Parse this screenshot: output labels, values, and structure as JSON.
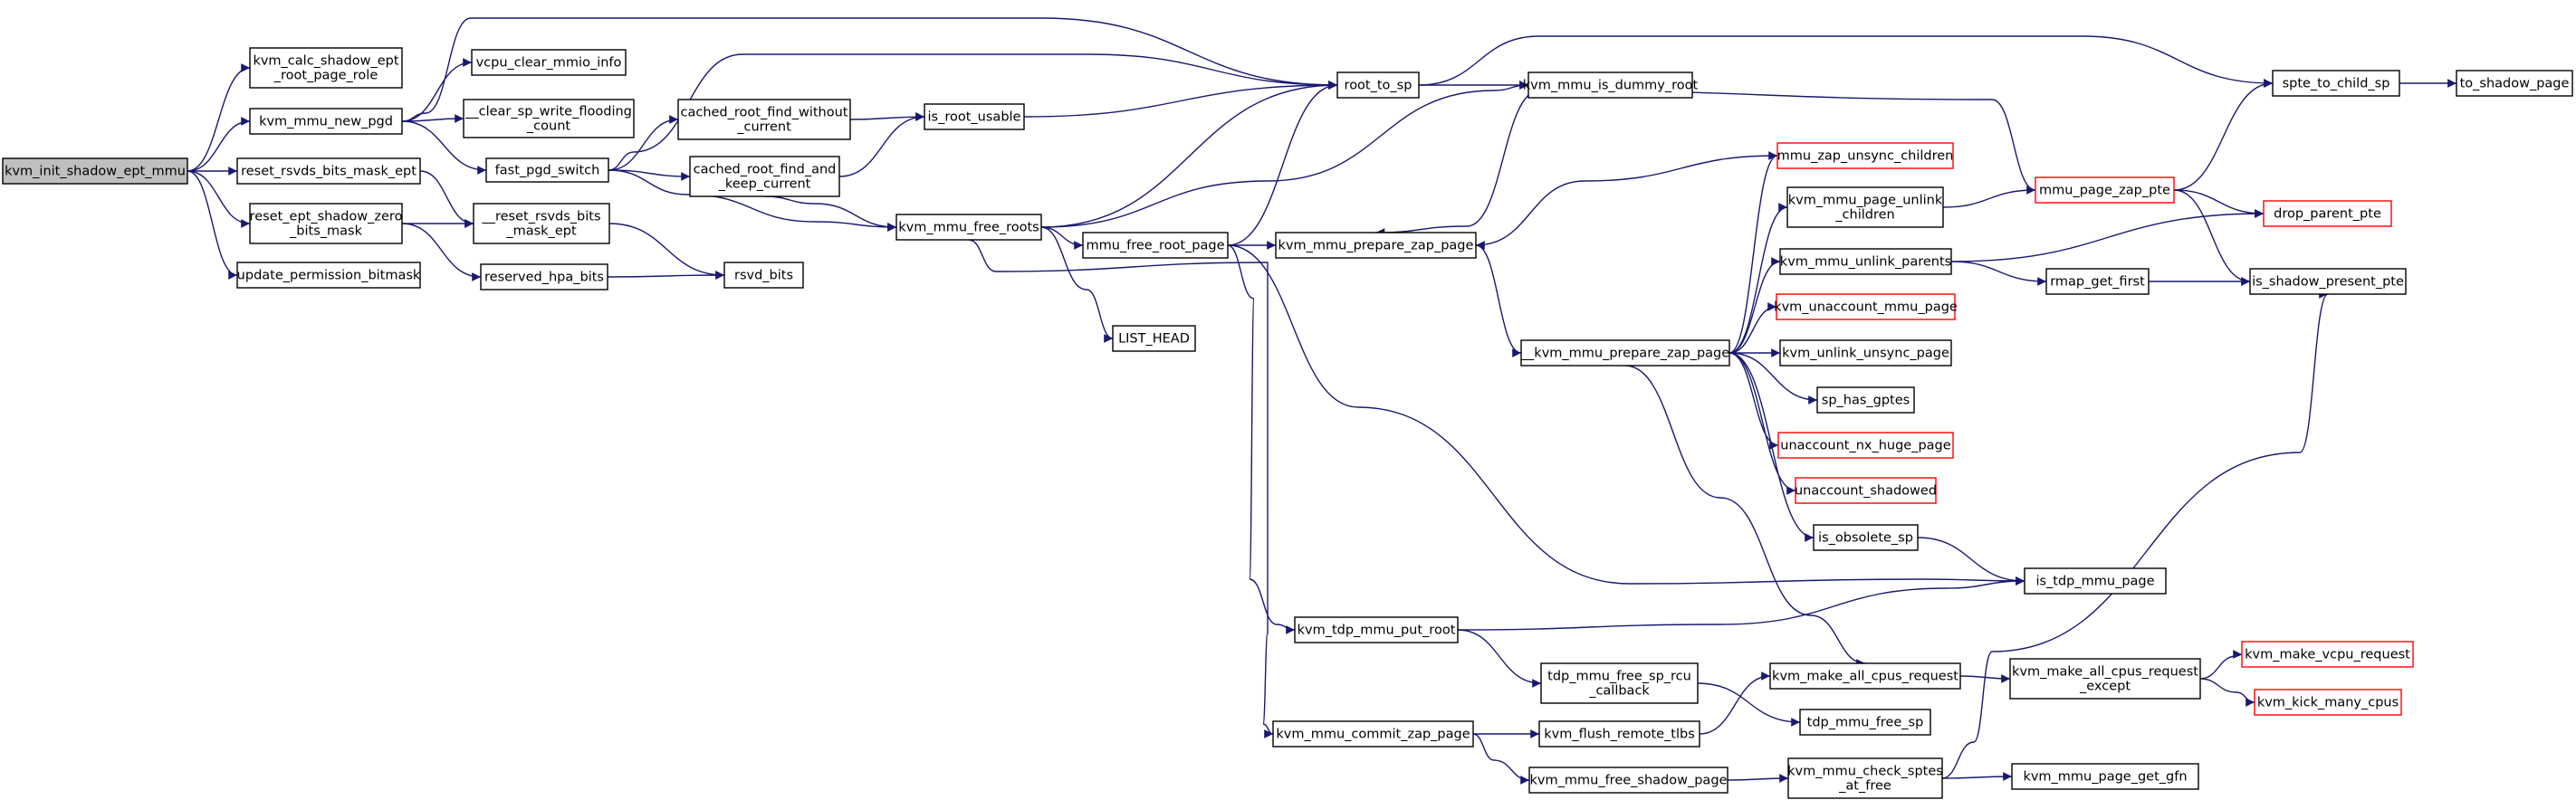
{
  "colors": {
    "edge": "#191970",
    "node_border": "#000000",
    "node_border_missing": "#ff0000",
    "root_fill": "#bfbfbf",
    "node_fill": "#ffffff"
  },
  "nodes": [
    {
      "id": "kvm_init_shadow_ept_mmu",
      "lines": [
        "kvm_init_shadow_ept_mmu"
      ],
      "style": "root"
    },
    {
      "id": "kvm_calc_shadow_ept_root_page_role",
      "lines": [
        "kvm_calc_shadow_ept",
        "_root_page_role"
      ],
      "style": "normal"
    },
    {
      "id": "kvm_mmu_new_pgd",
      "lines": [
        "kvm_mmu_new_pgd"
      ],
      "style": "normal"
    },
    {
      "id": "reset_rsvds_bits_mask_ept",
      "lines": [
        "reset_rsvds_bits_mask_ept"
      ],
      "style": "normal"
    },
    {
      "id": "reset_ept_shadow_zero_bits_mask",
      "lines": [
        "reset_ept_shadow_zero",
        "_bits_mask"
      ],
      "style": "normal"
    },
    {
      "id": "update_permission_bitmask",
      "lines": [
        "update_permission_bitmask"
      ],
      "style": "normal"
    },
    {
      "id": "vcpu_clear_mmio_info",
      "lines": [
        "vcpu_clear_mmio_info"
      ],
      "style": "normal"
    },
    {
      "id": "__clear_sp_write_flooding_count",
      "lines": [
        "__clear_sp_write_flooding",
        "_count"
      ],
      "style": "normal"
    },
    {
      "id": "fast_pgd_switch",
      "lines": [
        "fast_pgd_switch"
      ],
      "style": "normal"
    },
    {
      "id": "__reset_rsvds_bits_mask_ept",
      "lines": [
        "__reset_rsvds_bits",
        "_mask_ept"
      ],
      "style": "normal"
    },
    {
      "id": "reserved_hpa_bits",
      "lines": [
        "reserved_hpa_bits"
      ],
      "style": "normal"
    },
    {
      "id": "rsvd_bits",
      "lines": [
        "rsvd_bits"
      ],
      "style": "normal"
    },
    {
      "id": "cached_root_find_without_current",
      "lines": [
        "cached_root_find_without",
        "_current"
      ],
      "style": "normal"
    },
    {
      "id": "cached_root_find_and_keep_current",
      "lines": [
        "cached_root_find_and",
        "_keep_current"
      ],
      "style": "normal"
    },
    {
      "id": "is_root_usable",
      "lines": [
        "is_root_usable"
      ],
      "style": "normal"
    },
    {
      "id": "kvm_mmu_free_roots",
      "lines": [
        "kvm_mmu_free_roots"
      ],
      "style": "normal"
    },
    {
      "id": "root_to_sp",
      "lines": [
        "root_to_sp"
      ],
      "style": "normal"
    },
    {
      "id": "kvm_mmu_is_dummy_root",
      "lines": [
        "kvm_mmu_is_dummy_root"
      ],
      "style": "normal"
    },
    {
      "id": "LIST_HEAD",
      "lines": [
        "LIST_HEAD"
      ],
      "style": "normal"
    },
    {
      "id": "mmu_free_root_page",
      "lines": [
        "mmu_free_root_page"
      ],
      "style": "normal"
    },
    {
      "id": "kvm_mmu_prepare_zap_page",
      "lines": [
        "kvm_mmu_prepare_zap_page"
      ],
      "style": "normal"
    },
    {
      "id": "kvm_tdp_mmu_put_root",
      "lines": [
        "kvm_tdp_mmu_put_root"
      ],
      "style": "normal"
    },
    {
      "id": "kvm_mmu_commit_zap_page",
      "lines": [
        "kvm_mmu_commit_zap_page"
      ],
      "style": "normal"
    },
    {
      "id": "__kvm_mmu_prepare_zap_page",
      "lines": [
        "__kvm_mmu_prepare_zap_page"
      ],
      "style": "normal"
    },
    {
      "id": "mmu_zap_unsync_children",
      "lines": [
        "mmu_zap_unsync_children"
      ],
      "style": "missing"
    },
    {
      "id": "kvm_mmu_page_unlink_children",
      "lines": [
        "kvm_mmu_page_unlink",
        "_children"
      ],
      "style": "normal"
    },
    {
      "id": "kvm_mmu_unlink_parents",
      "lines": [
        "kvm_mmu_unlink_parents"
      ],
      "style": "normal"
    },
    {
      "id": "kvm_unaccount_mmu_page",
      "lines": [
        "kvm_unaccount_mmu_page"
      ],
      "style": "missing"
    },
    {
      "id": "kvm_unlink_unsync_page",
      "lines": [
        "kvm_unlink_unsync_page"
      ],
      "style": "normal"
    },
    {
      "id": "sp_has_gptes",
      "lines": [
        "sp_has_gptes"
      ],
      "style": "normal"
    },
    {
      "id": "unaccount_nx_huge_page",
      "lines": [
        "unaccount_nx_huge_page"
      ],
      "style": "missing"
    },
    {
      "id": "unaccount_shadowed",
      "lines": [
        "unaccount_shadowed"
      ],
      "style": "missing"
    },
    {
      "id": "is_obsolete_sp",
      "lines": [
        "is_obsolete_sp"
      ],
      "style": "normal"
    },
    {
      "id": "tdp_mmu_free_sp_rcu_callback",
      "lines": [
        "tdp_mmu_free_sp_rcu",
        "_callback"
      ],
      "style": "normal"
    },
    {
      "id": "kvm_flush_remote_tlbs",
      "lines": [
        "kvm_flush_remote_tlbs"
      ],
      "style": "normal"
    },
    {
      "id": "kvm_mmu_free_shadow_page",
      "lines": [
        "kvm_mmu_free_shadow_page"
      ],
      "style": "normal"
    },
    {
      "id": "kvm_make_all_cpus_request",
      "lines": [
        "kvm_make_all_cpus_request"
      ],
      "style": "normal"
    },
    {
      "id": "tdp_mmu_free_sp",
      "lines": [
        "tdp_mmu_free_sp"
      ],
      "style": "normal"
    },
    {
      "id": "kvm_mmu_check_sptes_at_free",
      "lines": [
        "kvm_mmu_check_sptes",
        "_at_free"
      ],
      "style": "normal"
    },
    {
      "id": "mmu_page_zap_pte",
      "lines": [
        "mmu_page_zap_pte"
      ],
      "style": "missing"
    },
    {
      "id": "rmap_get_first",
      "lines": [
        "rmap_get_first"
      ],
      "style": "normal"
    },
    {
      "id": "is_tdp_mmu_page",
      "lines": [
        "is_tdp_mmu_page"
      ],
      "style": "normal"
    },
    {
      "id": "kvm_make_all_cpus_request_except",
      "lines": [
        "kvm_make_all_cpus_request",
        "_except"
      ],
      "style": "normal"
    },
    {
      "id": "kvm_mmu_page_get_gfn",
      "lines": [
        "kvm_mmu_page_get_gfn"
      ],
      "style": "normal"
    },
    {
      "id": "spte_to_child_sp",
      "lines": [
        "spte_to_child_sp"
      ],
      "style": "normal"
    },
    {
      "id": "drop_parent_pte",
      "lines": [
        "drop_parent_pte"
      ],
      "style": "missing"
    },
    {
      "id": "is_shadow_present_pte",
      "lines": [
        "is_shadow_present_pte"
      ],
      "style": "normal"
    },
    {
      "id": "kvm_make_vcpu_request",
      "lines": [
        "kvm_make_vcpu_request"
      ],
      "style": "missing"
    },
    {
      "id": "kvm_kick_many_cpus",
      "lines": [
        "kvm_kick_many_cpus"
      ],
      "style": "missing"
    },
    {
      "id": "to_shadow_page",
      "lines": [
        "to_shadow_page"
      ],
      "style": "normal"
    }
  ],
  "edges": [
    [
      "kvm_init_shadow_ept_mmu",
      "kvm_calc_shadow_ept_root_page_role"
    ],
    [
      "kvm_init_shadow_ept_mmu",
      "kvm_mmu_new_pgd"
    ],
    [
      "kvm_init_shadow_ept_mmu",
      "reset_rsvds_bits_mask_ept"
    ],
    [
      "kvm_init_shadow_ept_mmu",
      "reset_ept_shadow_zero_bits_mask"
    ],
    [
      "kvm_init_shadow_ept_mmu",
      "update_permission_bitmask"
    ],
    [
      "kvm_mmu_new_pgd",
      "vcpu_clear_mmio_info"
    ],
    [
      "kvm_mmu_new_pgd",
      "__clear_sp_write_flooding_count"
    ],
    [
      "kvm_mmu_new_pgd",
      "fast_pgd_switch"
    ],
    [
      "kvm_mmu_new_pgd",
      "root_to_sp"
    ],
    [
      "reset_rsvds_bits_mask_ept",
      "__reset_rsvds_bits_mask_ept"
    ],
    [
      "reset_ept_shadow_zero_bits_mask",
      "__reset_rsvds_bits_mask_ept"
    ],
    [
      "reset_ept_shadow_zero_bits_mask",
      "reserved_hpa_bits"
    ],
    [
      "__reset_rsvds_bits_mask_ept",
      "rsvd_bits"
    ],
    [
      "reserved_hpa_bits",
      "rsvd_bits"
    ],
    [
      "fast_pgd_switch",
      "cached_root_find_without_current"
    ],
    [
      "fast_pgd_switch",
      "cached_root_find_and_keep_current"
    ],
    [
      "fast_pgd_switch",
      "kvm_mmu_free_roots"
    ],
    [
      "fast_pgd_switch",
      "root_to_sp"
    ],
    [
      "cached_root_find_without_current",
      "is_root_usable"
    ],
    [
      "cached_root_find_and_keep_current",
      "is_root_usable"
    ],
    [
      "cached_root_find_and_keep_current",
      "kvm_mmu_free_roots"
    ],
    [
      "is_root_usable",
      "root_to_sp"
    ],
    [
      "kvm_mmu_free_roots",
      "root_to_sp"
    ],
    [
      "kvm_mmu_free_roots",
      "kvm_mmu_is_dummy_root"
    ],
    [
      "kvm_mmu_free_roots",
      "LIST_HEAD"
    ],
    [
      "kvm_mmu_free_roots",
      "mmu_free_root_page"
    ],
    [
      "kvm_mmu_free_roots",
      "kvm_mmu_commit_zap_page"
    ],
    [
      "root_to_sp",
      "kvm_mmu_is_dummy_root"
    ],
    [
      "root_to_sp",
      "spte_to_child_sp"
    ],
    [
      "mmu_free_root_page",
      "root_to_sp"
    ],
    [
      "mmu_free_root_page",
      "kvm_mmu_prepare_zap_page"
    ],
    [
      "mmu_free_root_page",
      "kvm_tdp_mmu_put_root"
    ],
    [
      "mmu_free_root_page",
      "is_tdp_mmu_page"
    ],
    [
      "kvm_mmu_prepare_zap_page",
      "__kvm_mmu_prepare_zap_page"
    ],
    [
      "__kvm_mmu_prepare_zap_page",
      "mmu_zap_unsync_children"
    ],
    [
      "__kvm_mmu_prepare_zap_page",
      "kvm_mmu_page_unlink_children"
    ],
    [
      "__kvm_mmu_prepare_zap_page",
      "kvm_mmu_unlink_parents"
    ],
    [
      "__kvm_mmu_prepare_zap_page",
      "kvm_unaccount_mmu_page"
    ],
    [
      "__kvm_mmu_prepare_zap_page",
      "kvm_unlink_unsync_page"
    ],
    [
      "__kvm_mmu_prepare_zap_page",
      "sp_has_gptes"
    ],
    [
      "__kvm_mmu_prepare_zap_page",
      "unaccount_nx_huge_page"
    ],
    [
      "__kvm_mmu_prepare_zap_page",
      "unaccount_shadowed"
    ],
    [
      "__kvm_mmu_prepare_zap_page",
      "is_obsolete_sp"
    ],
    [
      "__kvm_mmu_prepare_zap_page",
      "kvm_make_all_cpus_request"
    ],
    [
      "mmu_zap_unsync_children",
      "kvm_mmu_prepare_zap_page"
    ],
    [
      "mmu_page_zap_pte",
      "kvm_mmu_prepare_zap_page"
    ],
    [
      "kvm_mmu_page_unlink_children",
      "mmu_page_zap_pte"
    ],
    [
      "kvm_mmu_unlink_parents",
      "drop_parent_pte"
    ],
    [
      "kvm_mmu_unlink_parents",
      "rmap_get_first"
    ],
    [
      "is_obsolete_sp",
      "is_tdp_mmu_page"
    ],
    [
      "kvm_tdp_mmu_put_root",
      "is_tdp_mmu_page"
    ],
    [
      "kvm_tdp_mmu_put_root",
      "tdp_mmu_free_sp_rcu_callback"
    ],
    [
      "tdp_mmu_free_sp_rcu_callback",
      "tdp_mmu_free_sp"
    ],
    [
      "kvm_mmu_commit_zap_page",
      "kvm_flush_remote_tlbs"
    ],
    [
      "kvm_mmu_commit_zap_page",
      "kvm_mmu_free_shadow_page"
    ],
    [
      "kvm_flush_remote_tlbs",
      "kvm_make_all_cpus_request"
    ],
    [
      "kvm_mmu_free_shadow_page",
      "kvm_mmu_check_sptes_at_free"
    ],
    [
      "kvm_mmu_check_sptes_at_free",
      "kvm_mmu_page_get_gfn"
    ],
    [
      "kvm_mmu_check_sptes_at_free",
      "is_shadow_present_pte"
    ],
    [
      "kvm_make_all_cpus_request",
      "kvm_make_all_cpus_request_except"
    ],
    [
      "kvm_make_all_cpus_request_except",
      "kvm_make_vcpu_request"
    ],
    [
      "kvm_make_all_cpus_request_except",
      "kvm_kick_many_cpus"
    ],
    [
      "mmu_page_zap_pte",
      "spte_to_child_sp"
    ],
    [
      "mmu_page_zap_pte",
      "drop_parent_pte"
    ],
    [
      "mmu_page_zap_pte",
      "is_shadow_present_pte"
    ],
    [
      "rmap_get_first",
      "is_shadow_present_pte"
    ],
    [
      "spte_to_child_sp",
      "to_shadow_page"
    ]
  ]
}
